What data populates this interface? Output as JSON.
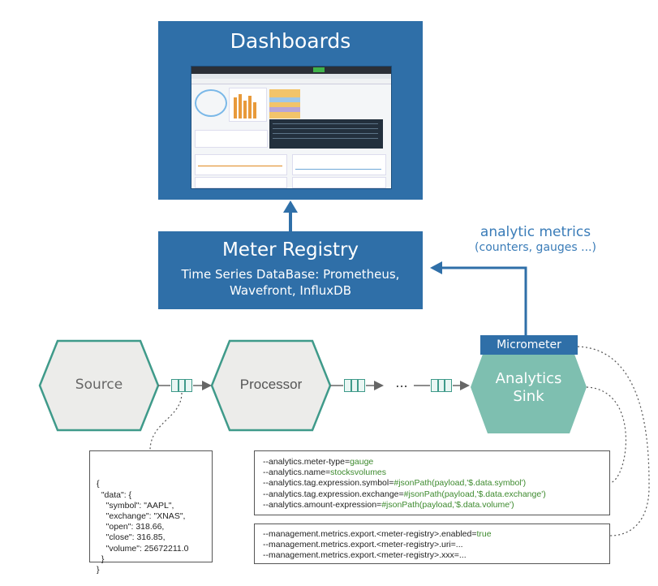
{
  "dashboards": {
    "title": "Dashboards"
  },
  "registry": {
    "title": "Meter Registry",
    "line1": "Time Series DataBase: Prometheus,",
    "line2": "Wavefront, InfluxDB"
  },
  "metrics_label": {
    "line1": "analytic metrics",
    "line2": "(counters, gauges ...)"
  },
  "pipeline": {
    "source": "Source",
    "processor": "Processor",
    "ellipsis": "...",
    "sink_line1": "Analytics",
    "sink_line2": "Sink",
    "micrometer": "Micrometer"
  },
  "payload": {
    "lines": [
      "{",
      "  \"data\": {",
      "    \"symbol\": \"AAPL\",",
      "    \"exchange\": \"XNAS\",",
      "    \"open\": 318.66,",
      "    \"close\": 316.85,",
      "    \"volume\": 25672211.0",
      "  }",
      "}"
    ]
  },
  "analytics_props": [
    {
      "key": "--analytics.meter-type=",
      "value": "gauge"
    },
    {
      "key": "--analytics.name=",
      "value": "stocksvolumes"
    },
    {
      "key": "--analytics.tag.expression.symbol=",
      "value": "#jsonPath(payload,'$.data.symbol')"
    },
    {
      "key": "--analytics.tag.expression.exchange=",
      "value": "#jsonPath(payload,'$.data.exchange')"
    },
    {
      "key": "--analytics.amount-expression=",
      "value": "#jsonPath(payload,'$.data.volume')"
    }
  ],
  "management_props": [
    {
      "key": "--management.metrics.export.<meter-registry>.enabled=",
      "value": "true"
    },
    {
      "key": "--management.metrics.export.<meter-registry>.uri=...",
      "value": ""
    },
    {
      "key": "--management.metrics.export.<meter-registry>.xxx=...",
      "value": ""
    }
  ],
  "colors": {
    "blue_box": "#2f6fa8",
    "label_blue": "#3a7cb8",
    "teal": "#7ebfb0",
    "grey_hex": "#ececea",
    "value_green": "#3d8a2e"
  }
}
